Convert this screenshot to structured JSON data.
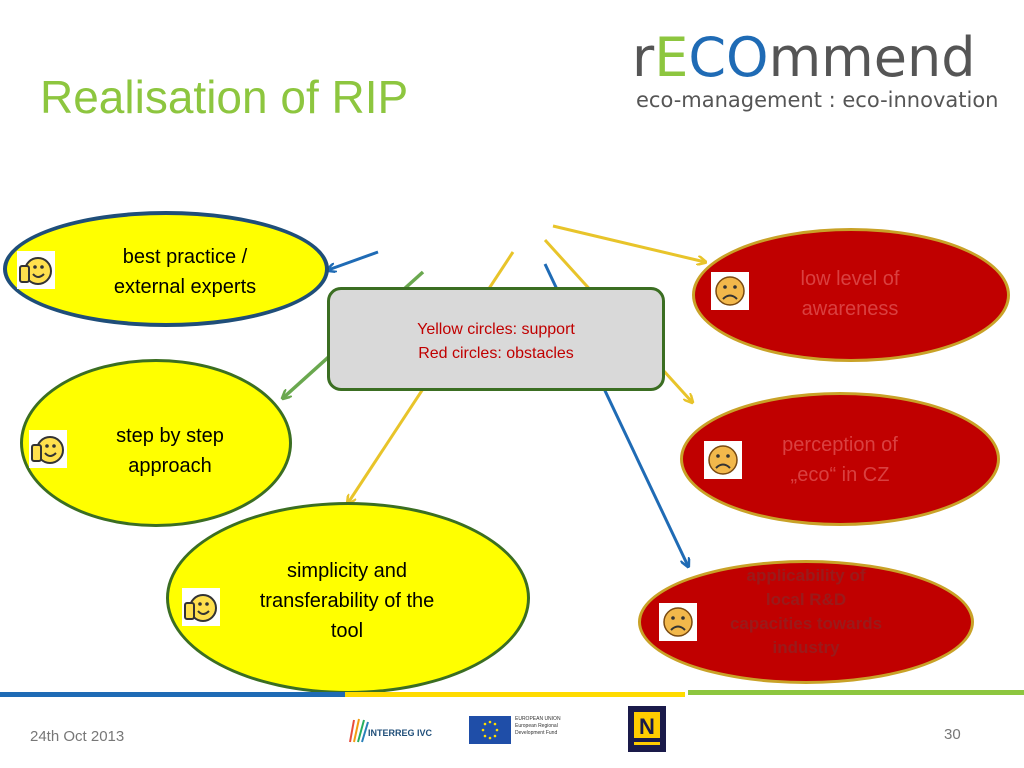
{
  "slide": {
    "title": "Realisation of RIP",
    "date": "24th Oct 2013",
    "page_number": "30"
  },
  "logo": {
    "word_start": "r",
    "word_e": "E",
    "word_c": "C",
    "word_o": "O",
    "word_end": "mmend",
    "tagline": "eco-management : eco-innovation"
  },
  "legend": {
    "line1": "Yellow circles: support",
    "line2": "Red circles: obstacles"
  },
  "support_circles": [
    {
      "line1": "best practice /",
      "line2": "external experts",
      "icon": "thumbs-up-icon"
    },
    {
      "line1": "step by step",
      "line2": "approach",
      "icon": "thumbs-up-icon"
    },
    {
      "line1": "simplicity and",
      "line2": "transferability of the",
      "line3": "tool",
      "icon": "thumbs-up-icon"
    }
  ],
  "obstacle_circles": [
    {
      "line1": "low level of",
      "line2": "awareness",
      "icon": "sad-face-icon"
    },
    {
      "line1": "perception of",
      "line2": "„eco“ in CZ",
      "icon": "sad-face-icon"
    },
    {
      "line1": "applicability of",
      "line2": "local R&D",
      "line3": "capacities towards",
      "line4": "industry",
      "icon": "sad-face-icon"
    }
  ],
  "footer_logos": {
    "interreg": "INTERREG IVC",
    "eu_text": "EUROPEAN UNION European Regional Development Fund"
  },
  "colors": {
    "title_green": "#8dc63f",
    "support_yellow": "#ffff00",
    "obstacle_red": "#c00000",
    "arrow_blue": "#1f6bb5",
    "arrow_yellow": "#e8c42a",
    "arrow_green": "#6aa84f"
  }
}
